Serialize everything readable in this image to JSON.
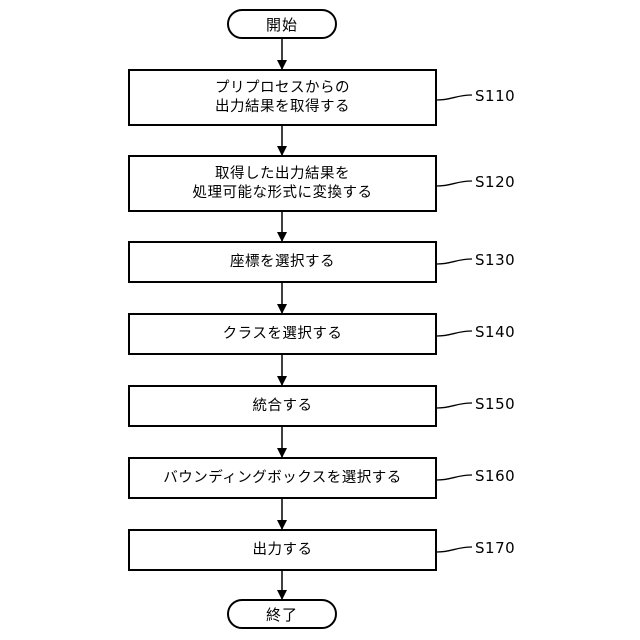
{
  "start_label": "開始",
  "end_label": "終了",
  "steps": [
    {
      "lines": [
        "プリプロセスからの",
        "出力結果を取得する"
      ],
      "label": "S110"
    },
    {
      "lines": [
        "取得した出力結果を",
        "処理可能な形式に変換する"
      ],
      "label": "S120"
    },
    {
      "lines": [
        "座標を選択する"
      ],
      "label": "S130"
    },
    {
      "lines": [
        "クラスを選択する"
      ],
      "label": "S140"
    },
    {
      "lines": [
        "統合する"
      ],
      "label": "S150"
    },
    {
      "lines": [
        "バウンディングボックスを選択する"
      ],
      "label": "S160"
    },
    {
      "lines": [
        "出力する"
      ],
      "label": "S170"
    }
  ]
}
